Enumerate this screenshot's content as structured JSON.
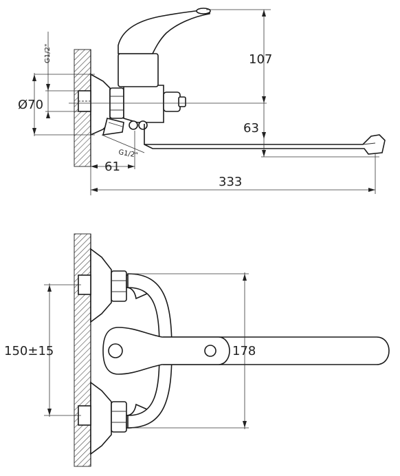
{
  "side_view": {
    "dim_height_top": "107",
    "dim_spout_drop": "63",
    "dim_wall_offset": "61",
    "dim_total_length": "333",
    "dim_flange_diameter": "Ø70",
    "thread_inlet": "G1/2\"",
    "thread_shower": "G1/2\""
  },
  "top_view": {
    "dim_centers": "150±15",
    "dim_spout_reach": "178"
  },
  "colors": {
    "line": "#222222",
    "background": "#ffffff"
  }
}
